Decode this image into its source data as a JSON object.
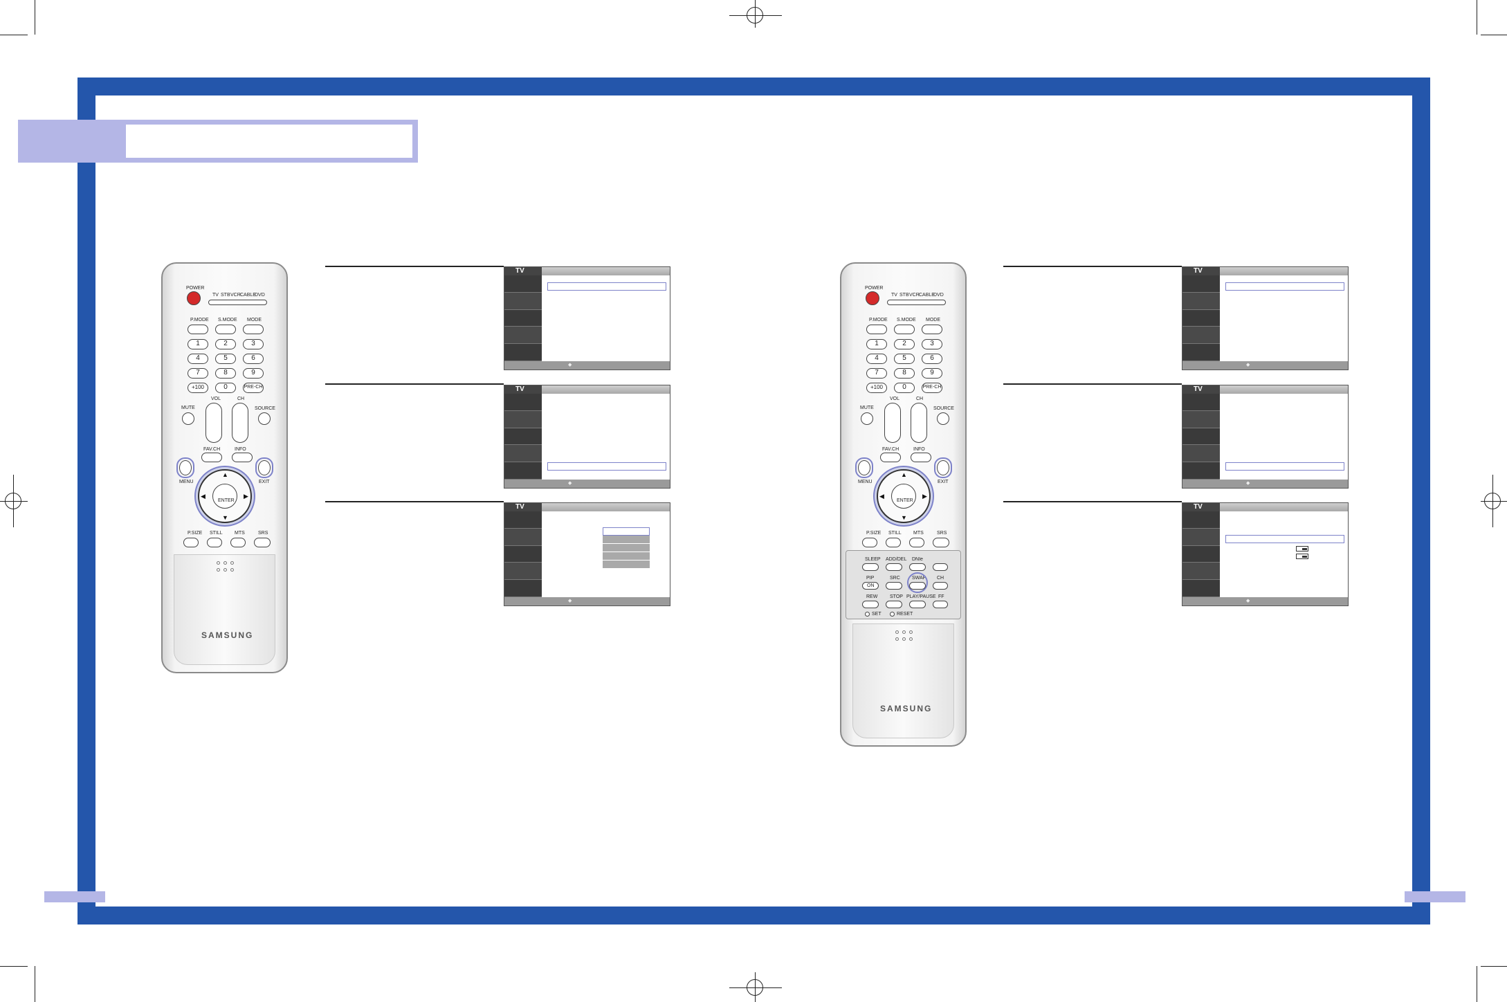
{
  "header": {
    "title": ""
  },
  "remote_labels": {
    "power": "POWER",
    "modes": [
      "TV",
      "STB",
      "VCR",
      "CABLE",
      "DVD"
    ],
    "pmode": "P.MODE",
    "smode": "S.MODE",
    "mode": "MODE",
    "digits": [
      "1",
      "2",
      "3",
      "4",
      "5",
      "6",
      "7",
      "8",
      "9",
      "+100",
      "0",
      "PRE-CH"
    ],
    "mute": "MUTE",
    "vol": "VOL",
    "ch": "CH",
    "source": "SOURCE",
    "favch": "FAV.CH",
    "info": "INFO",
    "menu": "MENU",
    "exit": "EXIT",
    "enter": "ENTER",
    "psize": "P.SIZE",
    "still": "STILL",
    "mts": "MTS",
    "srs": "SRS",
    "sleep": "SLEEP",
    "addel": "ADD/DEL",
    "dnie": "DNIe",
    "pip": "PIP",
    "src2": "SRC",
    "swap": "SWAP",
    "ch2": "CH",
    "on": "ON",
    "rew": "REW",
    "stop": "STOP",
    "playpause": "PLAY/PAUSE",
    "ff": "FF",
    "set": "SET",
    "reset": "RESET",
    "brand": "SAMSUNG"
  },
  "osd": {
    "tv_label": "TV"
  }
}
